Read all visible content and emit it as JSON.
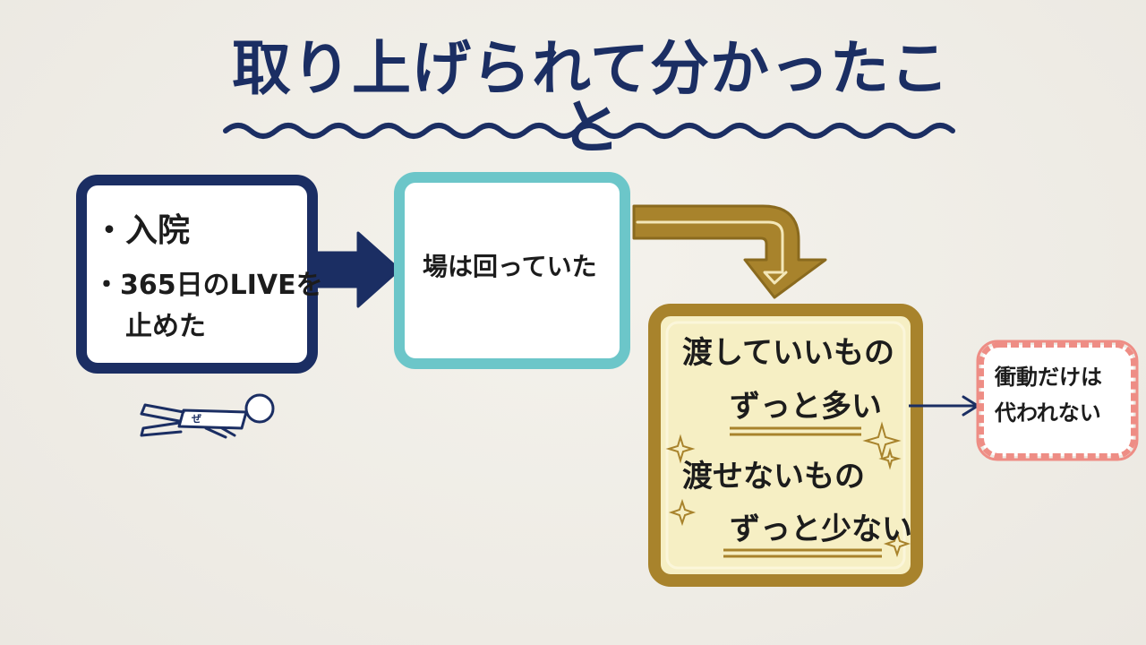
{
  "title": "取り上げられて分かったこと",
  "box1": {
    "line1": "・入院",
    "line2": "・365日のLIVEを",
    "line3": "止めた"
  },
  "box2": {
    "text": "場は回っていた"
  },
  "box3": {
    "line1": "渡していいもの",
    "line2": "ずっと多い",
    "line3": "渡せないもの",
    "line4": "ずっと少ない"
  },
  "box4": {
    "line1": "衝動だけは",
    "line2": "代われない"
  },
  "colors": {
    "navy": "#1b2e63",
    "teal": "#6cc6c9",
    "gold": "#a8832c",
    "gold_fill": "#f6efc4",
    "coral": "#ee8d85"
  }
}
